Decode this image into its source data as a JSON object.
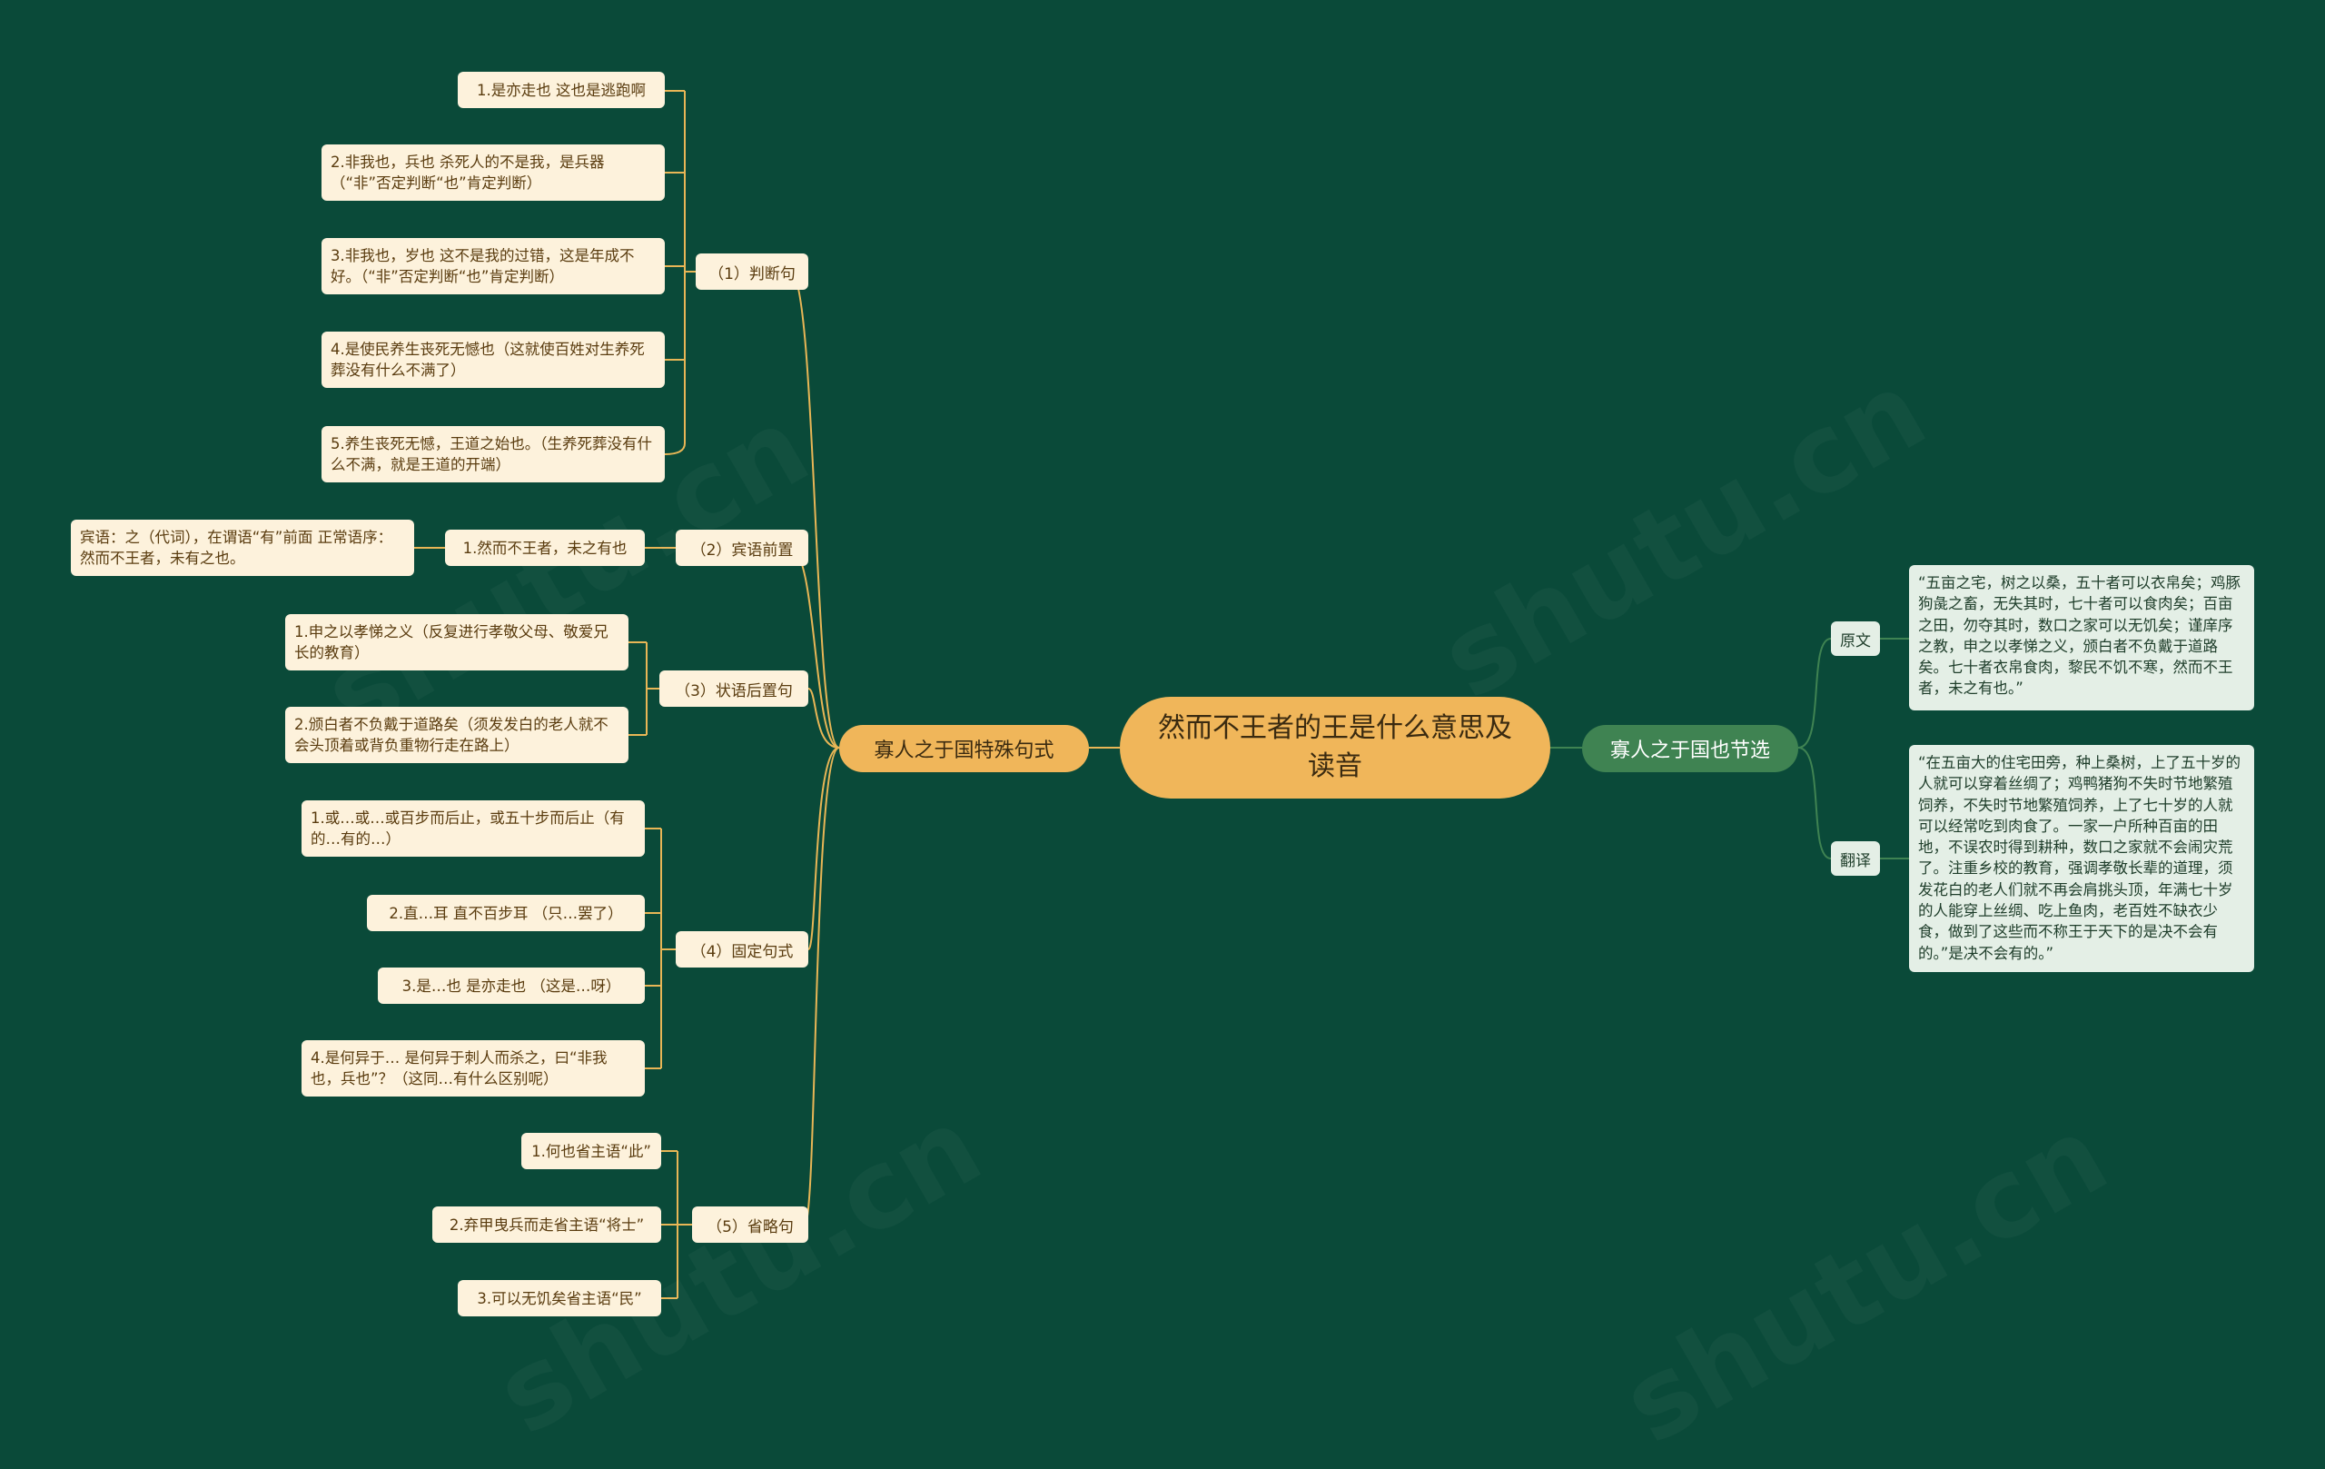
{
  "root": {
    "title": "然而不王者的王是什么意思及读音"
  },
  "left_branch": {
    "label": "寡人之于国特殊句式",
    "categories": [
      {
        "label": "（1）判断句",
        "items": [
          "1.是亦走也  这也是逃跑啊",
          "2.非我也，兵也  杀死人的不是我，是兵器（“非”否定判断“也”肯定判断）",
          "3.非我也，岁也  这不是我的过错，这是年成不好。（“非”否定判断“也”肯定判断）",
          "4.是使民养生丧死无憾也（这就使百姓对生养死葬没有什么不满了）",
          "5.养生丧死无憾，王道之始也。（生养死葬没有什么不满，就是王道的开端）"
        ]
      },
      {
        "label": "（2）宾语前置",
        "items": [
          "1.然而不王者，未之有也"
        ],
        "subitem": "宾语：之（代词），在谓语“有”前面  正常语序：然而不王者，未有之也。"
      },
      {
        "label": "（3）状语后置句",
        "items": [
          "1.申之以孝悌之义（反复进行孝敬父母、敬爱兄长的教育）",
          "2.颁白者不负戴于道路矣（须发发白的老人就不会头顶着或背负重物行走在路上）"
        ]
      },
      {
        "label": "（4）固定句式",
        "items": [
          "1.或…或…或百步而后止，或五十步而后止（有的…有的…）",
          "2.直…耳  直不百步耳  （只…罢了）",
          "3.是…也  是亦走也  （这是…呀）",
          "4.是何异于…  是何异于刺人而杀之，曰“非我也，兵也”？（这同…有什么区别呢）"
        ]
      },
      {
        "label": "（5）省略句",
        "items": [
          "1.何也省主语“此”",
          "2.弃甲曳兵而走省主语“将士”",
          "3.可以无饥矣省主语“民”"
        ]
      }
    ]
  },
  "right_branch": {
    "label": "寡人之于国也节选",
    "categories": [
      {
        "label": "原文",
        "text": "“五亩之宅，树之以桑，五十者可以衣帛矣；鸡豚狗彘之畜，无失其时，七十者可以食肉矣；百亩之田，勿夺其时，数口之家可以无饥矣；谨庠序之教，申之以孝悌之义，颁白者不负戴于道路矣。七十者衣帛食肉，黎民不饥不寒，然而不王者，未之有也。”"
      },
      {
        "label": "翻译",
        "text": "“在五亩大的住宅田旁，种上桑树，上了五十岁的人就可以穿着丝绸了；鸡鸭猪狗不失时节地繁殖饲养，不失时节地繁殖饲养，上了七十岁的人就可以经常吃到肉食了。一家一户所种百亩的田地，不误农时得到耕种，数口之家就不会闹灾荒了。注重乡校的教育，强调孝敬长辈的道理，须发花白的老人们就不再会肩挑头顶，年满七十岁的人能穿上丝绸、吃上鱼肉，老百姓不缺衣少食，做到了这些而不称王于天下的是决不会有的。”是决不会有的。”"
      }
    ]
  },
  "colors": {
    "background": "#0a4a39",
    "left_accent": "#f0b65a",
    "right_accent": "#3f8352",
    "leaf_fill": "#fdf2dc",
    "right_leaf_fill": "#e4efe6"
  }
}
